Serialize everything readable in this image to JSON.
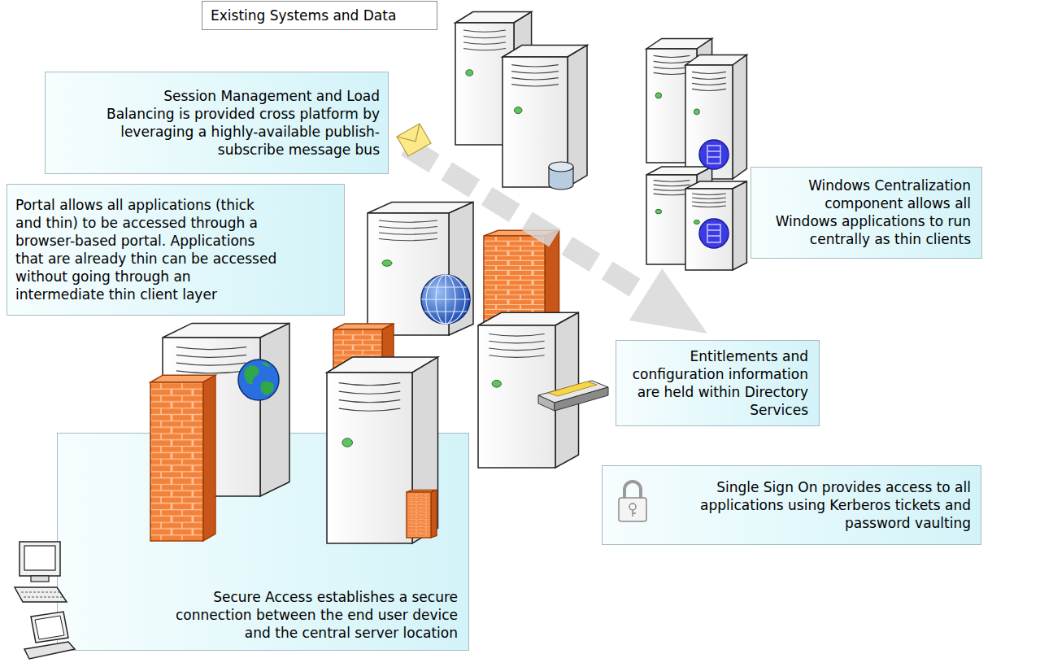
{
  "diagram": {
    "nodes": [
      {
        "text": [
          "Existing Systems and Data"
        ]
      },
      {
        "text": [
          "Session Management and Load Balancing is provided cross platform by leveraging a highly-available publish-subscribe message bus"
        ]
      },
      {
        "text": [
          "Portal allows all applications (thick and thin) to be accessed through a browser-based portal. Applications that are already thin can be accessed without going through an intermediate thin client layer"
        ]
      },
      {
        "text": [
          "Windows Centralization component allows all Windows applications to run centrally as thin clients"
        ]
      },
      {
        "text": [
          "Entitlements and configuration information are held within Directory Services"
        ]
      },
      {
        "text": [
          "Single Sign On provides access to all applications using Kerberos tickets and password vaulting"
        ]
      },
      {
        "text": [
          "Secure Access establishes a secure connection between the end user device and the central server location"
        ]
      }
    ]
  }
}
